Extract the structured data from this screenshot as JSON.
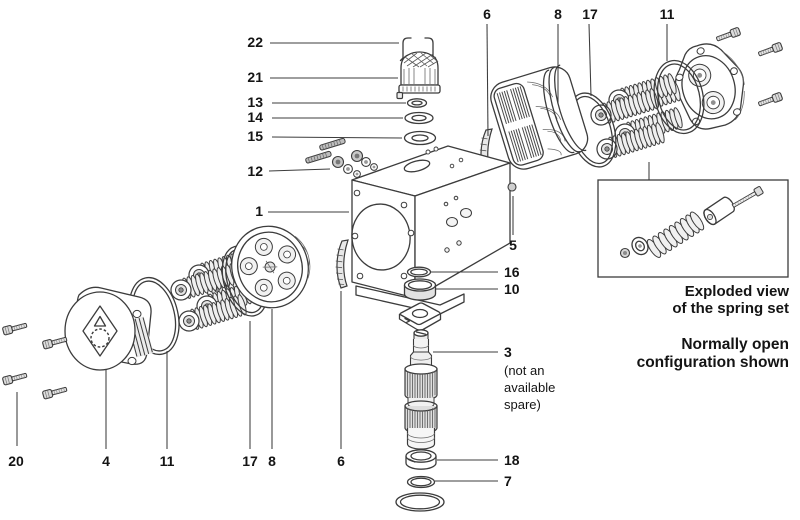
{
  "figure": {
    "type": "exploded-parts-diagram",
    "background": "#ffffff",
    "ink": "#3c3c3c",
    "label_color": "#141414",
    "callouts": {
      "left": [
        {
          "text": "22"
        },
        {
          "text": "21"
        },
        {
          "text": "13"
        },
        {
          "text": "14"
        },
        {
          "text": "15"
        },
        {
          "text": "12"
        },
        {
          "text": "1"
        }
      ],
      "top": [
        {
          "text": "6"
        },
        {
          "text": "8"
        },
        {
          "text": "17"
        },
        {
          "text": "11"
        }
      ],
      "mid": [
        {
          "text": "5"
        },
        {
          "text": "16"
        },
        {
          "text": "10"
        },
        {
          "text": "3"
        },
        {
          "text": "18"
        },
        {
          "text": "7"
        }
      ],
      "bottom": [
        {
          "text": "20"
        },
        {
          "text": "4"
        },
        {
          "text": "11"
        },
        {
          "text": "17"
        },
        {
          "text": "8"
        },
        {
          "text": "6"
        }
      ]
    },
    "part3_note": {
      "line1": "(not an",
      "line2": "available",
      "line3": "spare)"
    },
    "spring_box": {
      "caption_line1": "Exploded view",
      "caption_line2": "of the spring set"
    },
    "config_note": {
      "line1": "Normally open",
      "line2": "configuration shown"
    }
  }
}
